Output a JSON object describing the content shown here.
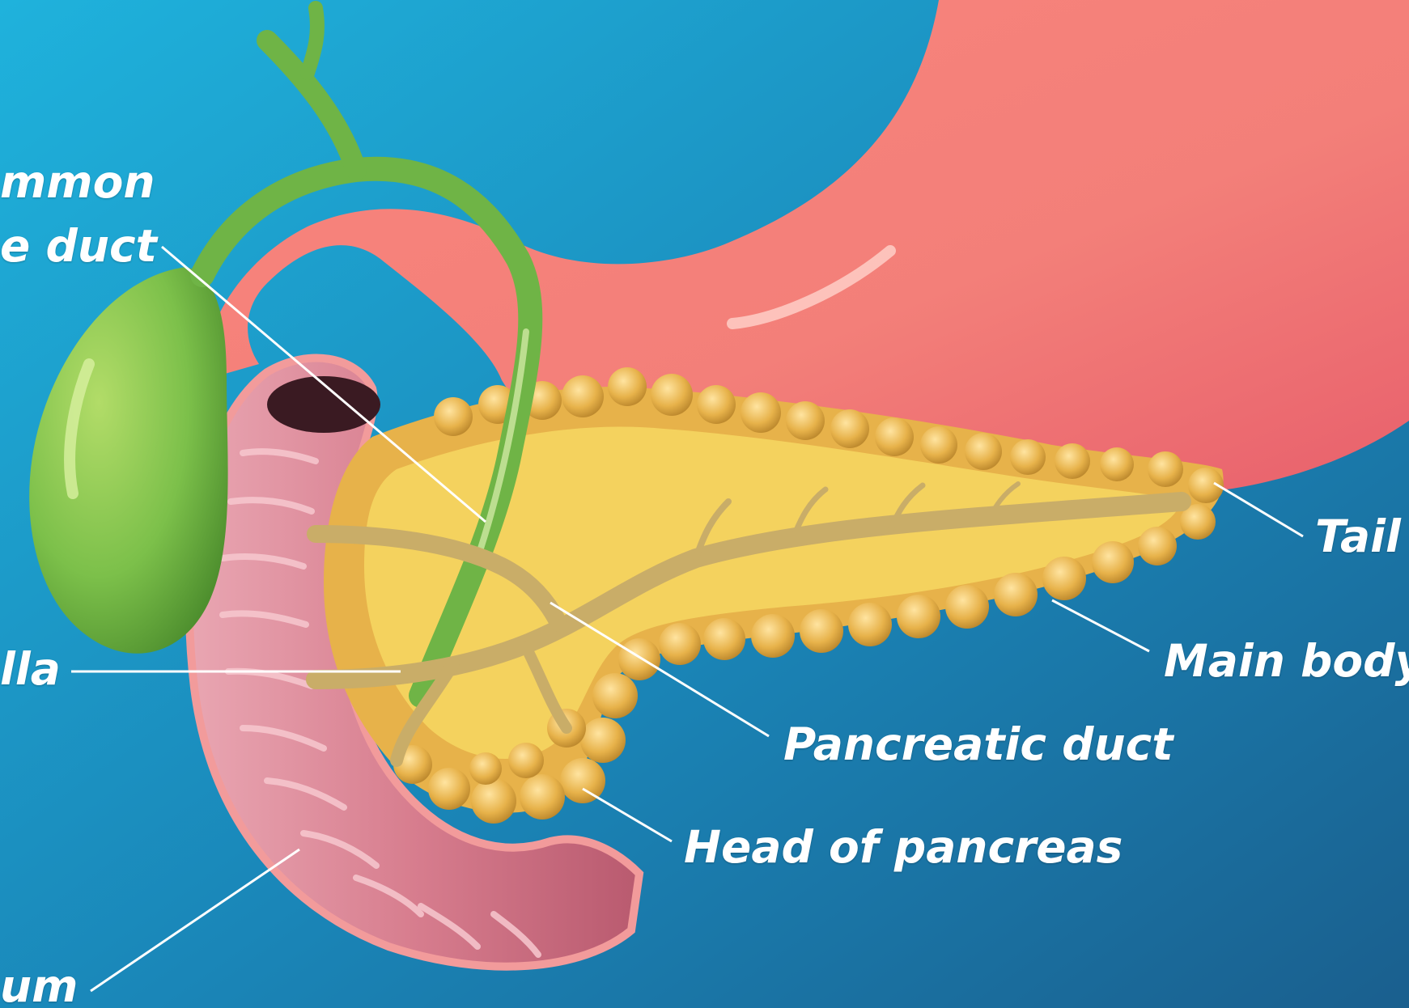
{
  "labels": {
    "common_bile_duct_line1": "mmon",
    "common_bile_duct_line2": "e duct",
    "ampulla": "lla",
    "duodenum": "um",
    "tail": "Tail",
    "main_body": "Main body",
    "pancreatic_duct": "Pancreatic duct",
    "head_of_pancreas": "Head of pancreas"
  },
  "colors": {
    "background_light": "#1fb2dc",
    "background_dark": "#1a5f8e",
    "stomach": "#f37f79",
    "gallbladder": "#7cc04a",
    "bile_duct": "#6fb446",
    "pancreas_lobules": "#e7b24a",
    "pancreas_inner": "#f4d25e",
    "pancreatic_duct": "#c9ad68",
    "duodenum": "#d77d8e",
    "label_text": "#ffffff",
    "leader_line": "#ffffff"
  }
}
